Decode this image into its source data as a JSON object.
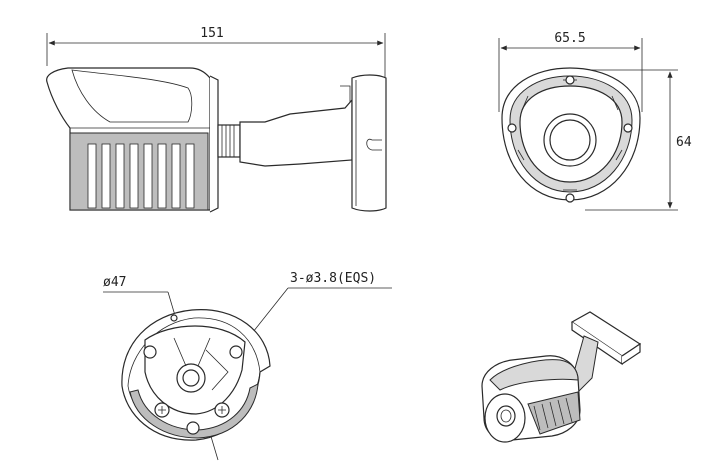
{
  "dimensions": {
    "length": "151",
    "width": "65.5",
    "height": "64",
    "base_diameter": "ø47",
    "screw_holes": "3-ø3.8(EQS)"
  },
  "colors": {
    "line": "#2a2a2a",
    "shade": "#bdbdbd",
    "background": "#ffffff"
  }
}
